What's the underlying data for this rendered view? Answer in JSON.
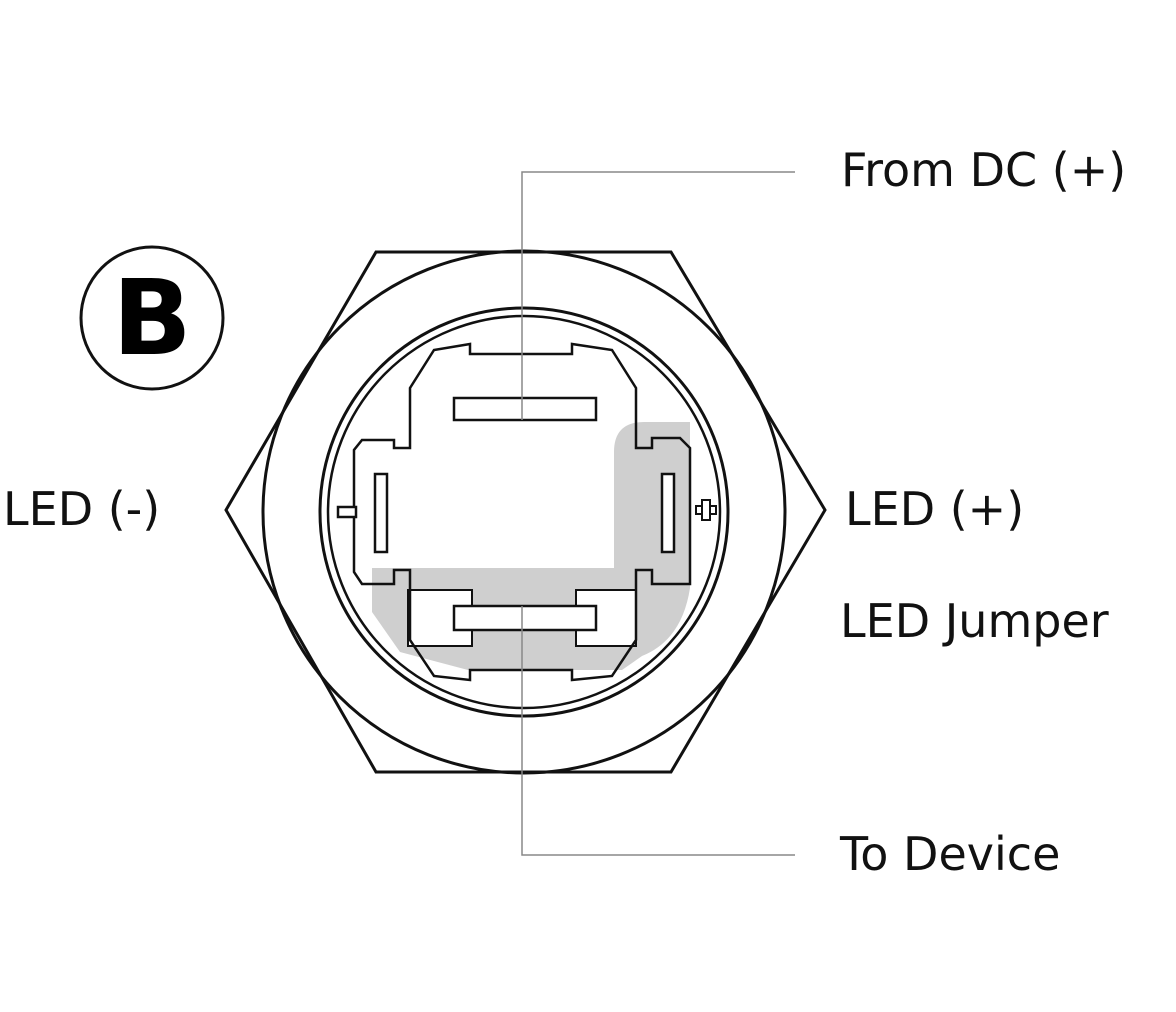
{
  "badge": {
    "letter": "B"
  },
  "labels": {
    "from_dc": "From DC (+)",
    "led_negative": "LED (-)",
    "led_positive": "LED (+)",
    "led_jumper": "LED Jumper",
    "to_device": "To Device"
  },
  "colors": {
    "stroke": "#111111",
    "jumper_fill": "#cfcfcf",
    "leader_line": "#888888",
    "background": "#ffffff"
  }
}
